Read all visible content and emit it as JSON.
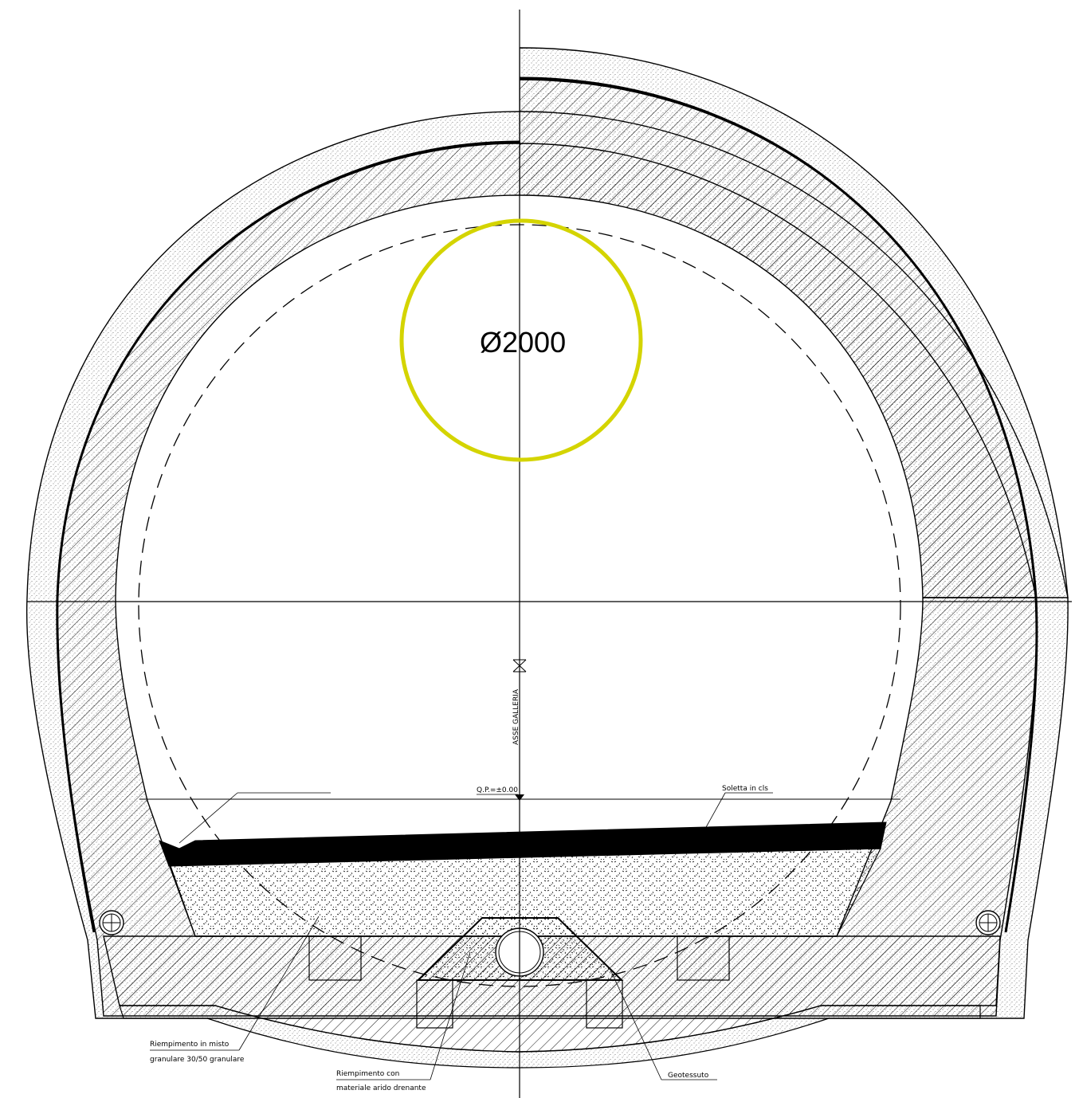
{
  "drawing": {
    "diameter_label": "Ø2000",
    "axis_label": "ASSE GALLERIA",
    "level_label": "Q.P.=±0.00",
    "highlight_color": "#d4d400"
  },
  "labels": {
    "slab": "Soletta in cls",
    "fill_granular_line1": "Riempimento in misto",
    "fill_granular_line2": "granulare 30/50 granulare",
    "fill_draining_line1": "Riempimento con",
    "fill_draining_line2": "materiale arido drenante",
    "geotextile": "Geotessuto"
  }
}
